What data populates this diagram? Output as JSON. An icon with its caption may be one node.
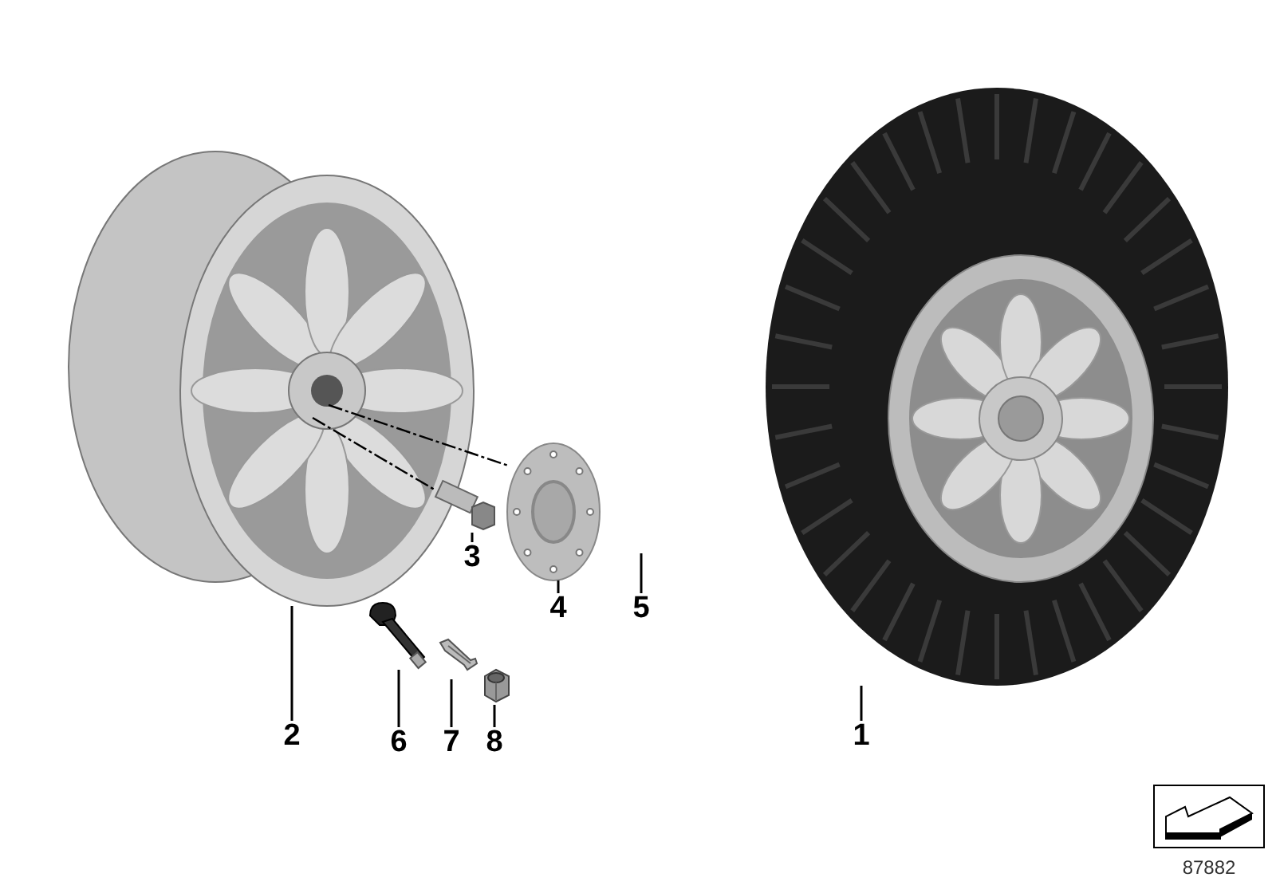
{
  "diagram": {
    "nodes": [
      {
        "text": [
          "1"
        ]
      },
      {
        "text": [
          "2"
        ]
      },
      {
        "text": [
          "3"
        ]
      },
      {
        "text": [
          "4"
        ]
      },
      {
        "text": [
          "5"
        ]
      },
      {
        "text": [
          "6"
        ]
      },
      {
        "text": [
          "7"
        ]
      },
      {
        "text": [
          "8"
        ]
      },
      {
        "text": [],
        "shape": "picture"
      },
      {
        "text": [],
        "shape": "picture"
      },
      {
        "text": [],
        "shape": "picture"
      },
      {
        "text": [],
        "shape": "picture"
      },
      {
        "text": [],
        "shape": "picture"
      },
      {
        "text": [],
        "shape": "picture"
      },
      {
        "text": [],
        "shape": "picture"
      }
    ],
    "edges": [
      {
        "from": 0,
        "to": 8,
        "arrow": "none"
      },
      {
        "from": 1,
        "to": 9,
        "arrow": "none"
      },
      {
        "from": 2,
        "to": 10,
        "arrow": "none"
      },
      {
        "from": 3,
        "to": 11,
        "arrow": "none"
      },
      {
        "from": 4,
        "to": null,
        "arrow": "none"
      },
      {
        "from": 5,
        "to": 12,
        "arrow": "none"
      },
      {
        "from": 6,
        "to": 13,
        "arrow": "none"
      },
      {
        "from": 7,
        "to": 14,
        "arrow": "none"
      },
      {
        "from": 9,
        "to": 10,
        "arrow": "none",
        "style": "dashed"
      },
      {
        "from": 9,
        "to": 11,
        "arrow": "none",
        "style": "dashed"
      }
    ],
    "labels": [
      "87882"
    ]
  }
}
